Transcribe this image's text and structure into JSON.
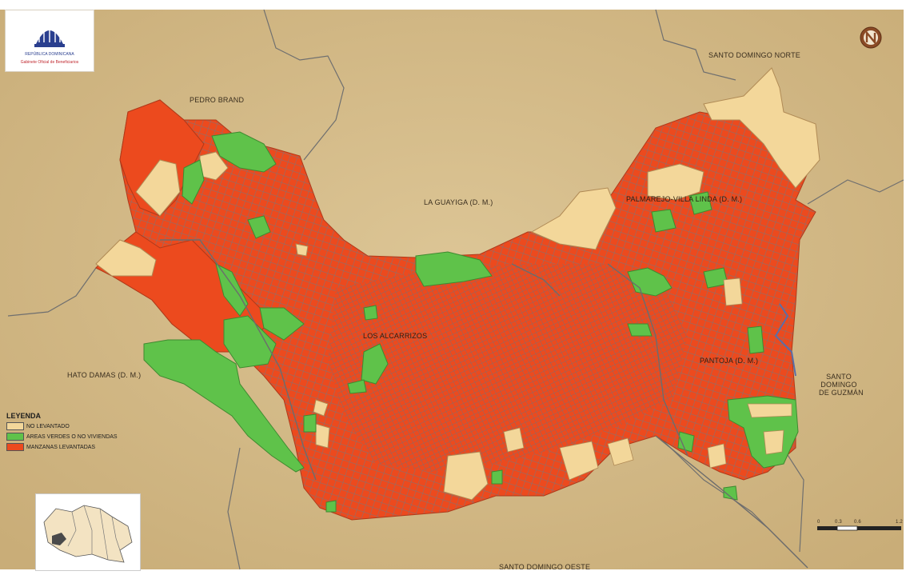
{
  "map": {
    "labels": {
      "pedro_brand": "PEDRO BRAND",
      "santo_domingo_norte": "SANTO DOMINGO NORTE",
      "la_guayiga": "LA GUAYIGA (D. M.)",
      "palmarejo": "PALMAREJO-VILLA LINDA (D. M.)",
      "los_alcarrizos": "LOS ALCARRIZOS",
      "pantoja": "PANTOJA (D. M.)",
      "hato_damas": "HATO DAMAS (D. M.)",
      "santo_domingo_guzman_l1": "SANTO",
      "santo_domingo_guzman_l2": "DOMINGO",
      "santo_domingo_guzman_l3": "DE GUZMÁN",
      "santo_domingo_oeste": "SANTO DOMINGO OESTE"
    },
    "legend": {
      "title": "LEYENDA",
      "items": [
        {
          "label": "NO LEVANTADO",
          "color": "#f3d79a"
        },
        {
          "label": "AREAS VERDES O NO VIVIENDAS",
          "color": "#5fc24a"
        },
        {
          "label": "MANZANAS LEVANTADAS",
          "color": "#ec4a1e"
        }
      ]
    },
    "scale": {
      "ticks": [
        "0",
        "0.3",
        "0.6",
        "1.2"
      ]
    },
    "logo": {
      "line1": "REPÚBLICA DOMINICANA",
      "line2": "Gabinete Oficial de Beneficiarios"
    },
    "colors": {
      "terrain": "#d8c08e",
      "not_surveyed": "#f3d79a",
      "green_areas": "#5fc24a",
      "surveyed_blocks": "#ec4a1e",
      "boundary": "#6f6f6f"
    },
    "icons": {
      "north_arrow": "north-arrow-icon",
      "logo": "government-seal-icon"
    }
  }
}
